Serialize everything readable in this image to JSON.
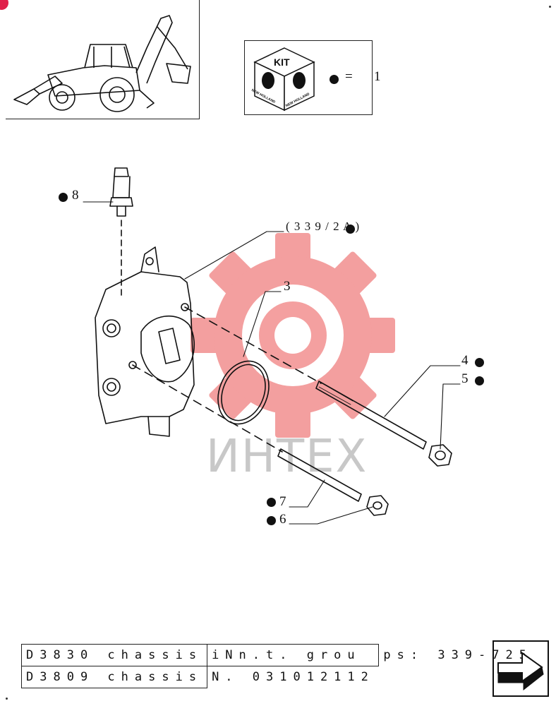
{
  "kit": {
    "label": "KIT",
    "brand": "NEW HOLLAND",
    "legend_equals": "=",
    "legend_number": "1"
  },
  "diagram": {
    "reference": "( 3 3 9 / 2 A )",
    "callouts": [
      {
        "num": "8",
        "kit": true
      },
      {
        "num": "3",
        "kit": false
      },
      {
        "num": "4",
        "kit": true
      },
      {
        "num": "5",
        "kit": true
      },
      {
        "num": "7",
        "kit": true
      },
      {
        "num": "6",
        "kit": true
      }
    ],
    "watermark": "ИНТЕХ"
  },
  "footer": {
    "row1_col1": "D3830 chassis",
    "row1_col2": "iNn.t. grou",
    "row1_col3": "ps: 339-725",
    "row2_col1": "D3809 chassis",
    "row2_col2": "N. 031012112"
  },
  "colors": {
    "watermark": "#f28f8f",
    "ink": "#111111",
    "corner_mark": "#e0204a"
  }
}
